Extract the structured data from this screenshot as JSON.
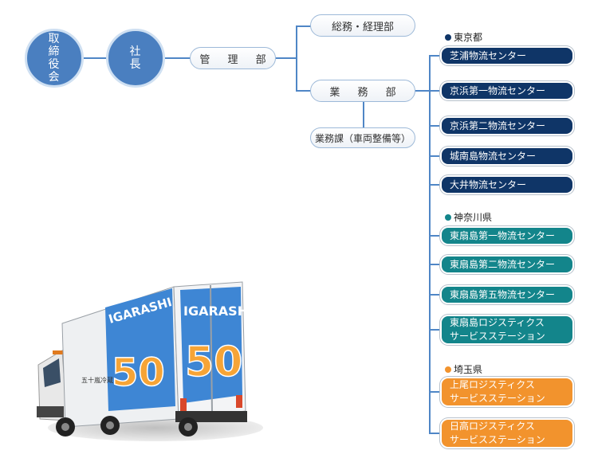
{
  "org": {
    "board": "取\n締\n役\n会",
    "president": "社\n長",
    "management": "管 理 部",
    "general_affairs": "総務・経理部",
    "business": "業 務 部",
    "business_section": "業務課（車両整備等）"
  },
  "regions": [
    {
      "name": "東京都",
      "color": "#0f3567",
      "centers": [
        "芝浦物流センター",
        "京浜第一物流センター",
        "京浜第二物流センター",
        "城南島物流センター",
        "大井物流センター"
      ]
    },
    {
      "name": "神奈川県",
      "color": "#13858b",
      "centers": [
        "東扇島第一物流センター",
        "東扇島第二物流センター",
        "東扇島第五物流センター",
        "東扇島ロジスティクス\nサービスステーション"
      ]
    },
    {
      "name": "埼玉県",
      "color": "#f2932d",
      "centers": [
        "上尾ロジスティクス\nサービスステーション",
        "日高ロジスティクス\nサービスステーション"
      ]
    }
  ],
  "truck": {
    "brand": "IGARASHI",
    "number": "50",
    "door_text": "五十嵐冷蔵"
  },
  "colors": {
    "circle": "#4a7fc0",
    "line": "#4f86c6"
  }
}
